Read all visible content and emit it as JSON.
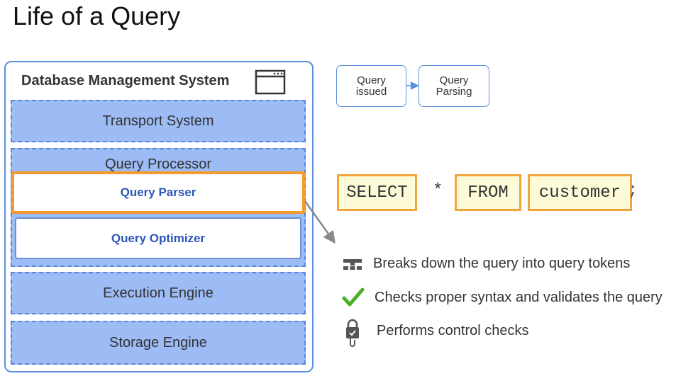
{
  "title": "Life of a Query",
  "dbms": {
    "label": "Database Management System",
    "layers": {
      "transport": "Transport System",
      "processor": "Query Processor",
      "parser": "Query Parser",
      "optimizer": "Query Optimizer",
      "execution": "Execution Engine",
      "storage": "Storage Engine"
    }
  },
  "flow": {
    "issued": "Query issued",
    "parsing": "Query Parsing"
  },
  "tokens": [
    "SELECT",
    "FROM",
    "customer"
  ],
  "star": "*",
  "tail": ";",
  "bullets": [
    {
      "icon": "tree-icon",
      "text": "Breaks down the query into query tokens"
    },
    {
      "icon": "checkmark-icon",
      "text": "Checks proper syntax and validates the query"
    },
    {
      "icon": "lock-hand-icon",
      "text": "Performs control checks"
    }
  ],
  "colors": {
    "accent": "#5b8fe0",
    "highlight": "#f39b2e",
    "layer_fill": "#9dbbf5",
    "token_fill": "#fefbd9",
    "check": "#4caf28"
  }
}
